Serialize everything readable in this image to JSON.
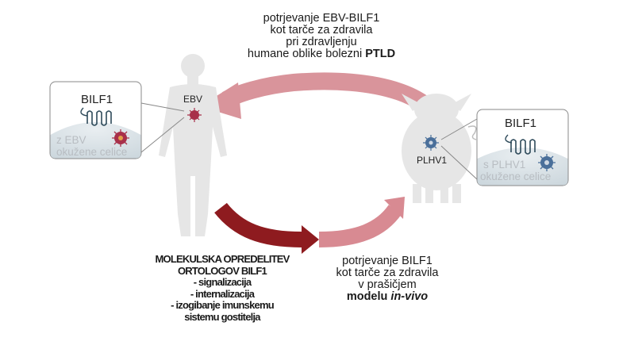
{
  "top_text": {
    "line1": "potrjevanje EBV-BILF1",
    "line2": "kot tarče za zdravila",
    "line3": "pri zdravljenju",
    "line4_prefix": "humane oblike bolezni ",
    "line4_bold": "PTLD"
  },
  "left_box": {
    "title": "BILF1",
    "sub1": "z EBV",
    "sub2": "okužene celice"
  },
  "right_box": {
    "title": "BILF1",
    "sub1": "s PLHV1",
    "sub2": "okužene celice"
  },
  "human_label": "EBV",
  "pig_label": "PLHV1",
  "bottom_left": {
    "line1": "MOLEKULSKA OPREDELITEV",
    "line2": "ORTOLOGOV BILF1",
    "line3": "- signalizacija",
    "line4": "- internalizacija",
    "line5": "- izogibanje imunskemu",
    "line6": "sistemu gostitelja"
  },
  "bottom_right": {
    "line1": "potrjevanje BILF1",
    "line2": "kot tarče za zdravila",
    "line3": "v prašičjem",
    "line4_bold": "modelu ",
    "line4_italic": "in-vivo"
  },
  "colors": {
    "top_arrow": "#d9949b",
    "bottom_arrow_dark": "#8e1b1f",
    "bottom_arrow_light": "#d88a92",
    "silhouette": "#e6e6e6",
    "cell_fill": "#dfe6ea",
    "ebv_virus": "#a8304a",
    "plhv_virus": "#4a6f9a"
  }
}
